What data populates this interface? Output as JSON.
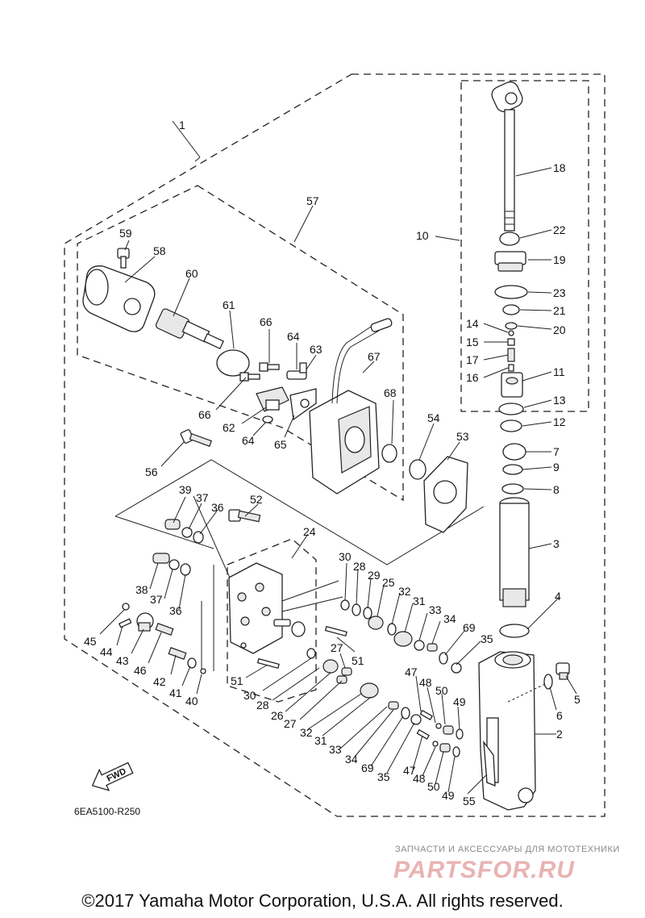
{
  "diagram": {
    "code": "6EA5100-R250",
    "fwd_label": "FWD",
    "watermark": {
      "tagline": "ЗАПЧАСТИ И АКСЕССУАРЫ ДЛЯ МОТОТЕХНИКИ",
      "logo": "PARTSFOR.RU"
    },
    "copyright": "©2017 Yamaha Motor Corporation, U.S.A. All rights reserved.",
    "part_numbers": [
      "1",
      "57",
      "59",
      "58",
      "60",
      "61",
      "66",
      "64",
      "63",
      "67",
      "68",
      "66",
      "62",
      "64",
      "65",
      "56",
      "54",
      "53",
      "10",
      "18",
      "22",
      "19",
      "23",
      "21",
      "14",
      "20",
      "15",
      "17",
      "11",
      "16",
      "13",
      "12",
      "7",
      "9",
      "8",
      "3",
      "4",
      "5",
      "6",
      "2",
      "39",
      "37",
      "36",
      "52",
      "24",
      "38",
      "37",
      "36",
      "30",
      "28",
      "29",
      "25",
      "32",
      "31",
      "33",
      "34",
      "69",
      "35",
      "45",
      "44",
      "43",
      "46",
      "42",
      "41",
      "40",
      "27",
      "51",
      "51",
      "30",
      "28",
      "26",
      "27",
      "32",
      "31",
      "33",
      "34",
      "69",
      "35",
      "47",
      "48",
      "50",
      "49",
      "47",
      "48",
      "50",
      "49",
      "55"
    ]
  }
}
